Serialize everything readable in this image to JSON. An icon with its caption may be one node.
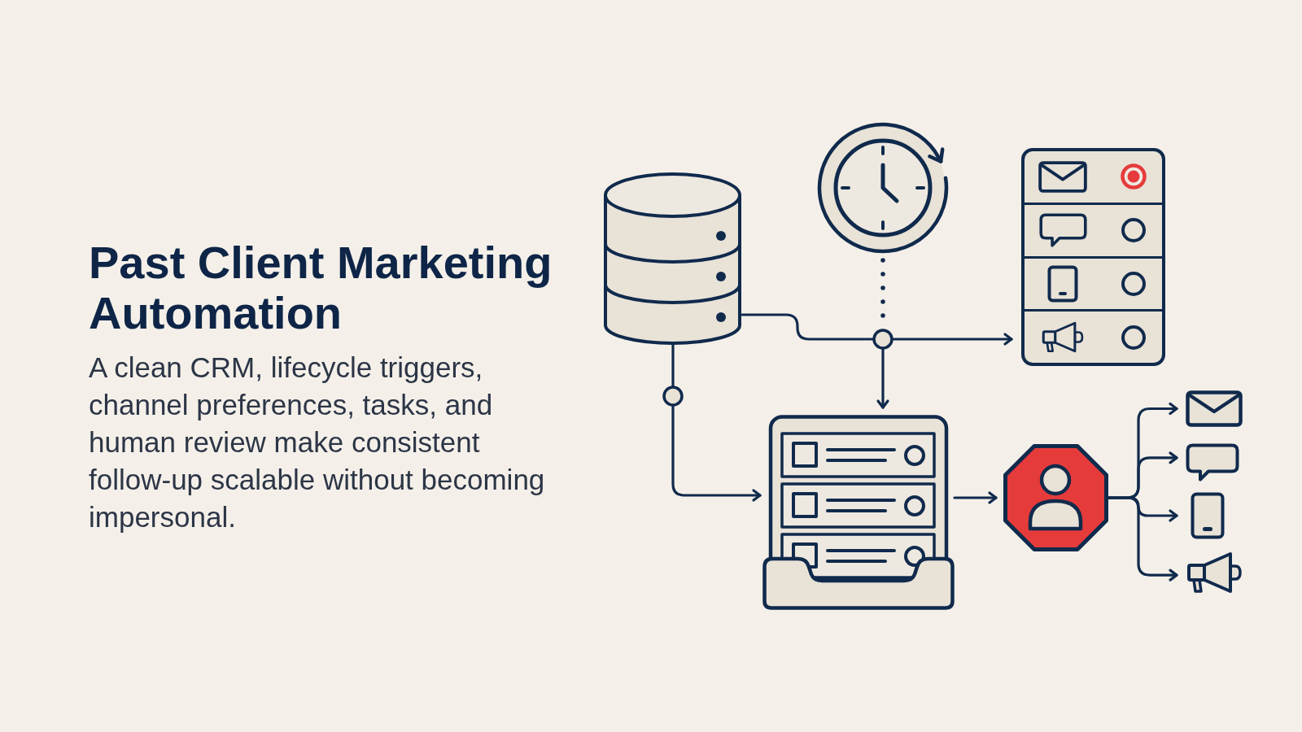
{
  "diagram": {
    "title": "Past Client Marketing Automation",
    "caption": "A clean CRM, lifecycle triggers, channel preferences, tasks, and human review make consistent follow-up scalable without becoming impersonal.",
    "nodes": [
      {
        "text": [],
        "shape": "cylinder"
      },
      {
        "text": [],
        "shape": "picture"
      },
      {
        "text": [],
        "shape": "picture"
      },
      {
        "text": [],
        "shape": "circle"
      },
      {
        "text": [],
        "shape": "circle"
      },
      {
        "text": [],
        "shape": "picture"
      },
      {
        "text": [],
        "shape": "picture"
      },
      {
        "text": [],
        "shape": "envelope"
      },
      {
        "text": [],
        "shape": "bubble"
      },
      {
        "text": [],
        "shape": "phone"
      },
      {
        "text": [],
        "shape": "megaphone"
      }
    ],
    "edges": [
      {
        "from": 0,
        "to": 3,
        "arrow": "none"
      },
      {
        "from": 1,
        "to": 3,
        "arrow": "none",
        "style": "dashed"
      },
      {
        "from": 3,
        "to": 2,
        "arrow": "to"
      },
      {
        "from": 3,
        "to": 5,
        "arrow": "to"
      },
      {
        "from": 0,
        "to": 4,
        "arrow": "none"
      },
      {
        "from": 4,
        "to": 5,
        "arrow": "to"
      },
      {
        "from": 5,
        "to": 6,
        "arrow": "to"
      },
      {
        "from": 6,
        "to": 7,
        "arrow": "to"
      },
      {
        "from": 6,
        "to": 8,
        "arrow": "to"
      },
      {
        "from": 6,
        "to": 9,
        "arrow": "to"
      },
      {
        "from": 6,
        "to": 10,
        "arrow": "to"
      }
    ]
  }
}
